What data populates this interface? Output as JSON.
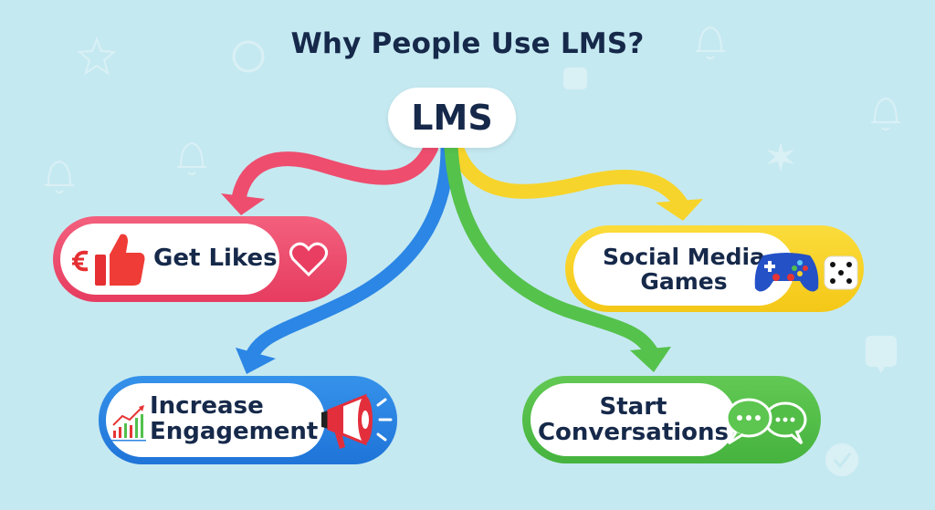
{
  "title": "Why People Use LMS?",
  "root": {
    "label": "LMS"
  },
  "colors": {
    "background": "#c5e9f1",
    "text": "#16294a",
    "pink": "#ee4d6e",
    "yellow": "#f7d42b",
    "blue": "#2b86e5",
    "green": "#55c24c"
  },
  "nodes": [
    {
      "id": "get-likes",
      "line1": "Get Likes",
      "line2": "",
      "color": "pink",
      "icons": [
        "euro-icon",
        "thumbs-up-icon",
        "heart-icon"
      ]
    },
    {
      "id": "social-media-games",
      "line1": "Social Media",
      "line2": "Games",
      "color": "yellow",
      "icons": [
        "gamepad-icon",
        "dice-icon"
      ]
    },
    {
      "id": "increase-engagement",
      "line1": "Increase",
      "line2": "Engagement",
      "color": "blue",
      "icons": [
        "growth-chart-icon",
        "megaphone-icon"
      ]
    },
    {
      "id": "start-conversations",
      "line1": "Start",
      "line2": "Conversations",
      "color": "green",
      "icons": [
        "chat-bubbles-icon"
      ]
    }
  ]
}
